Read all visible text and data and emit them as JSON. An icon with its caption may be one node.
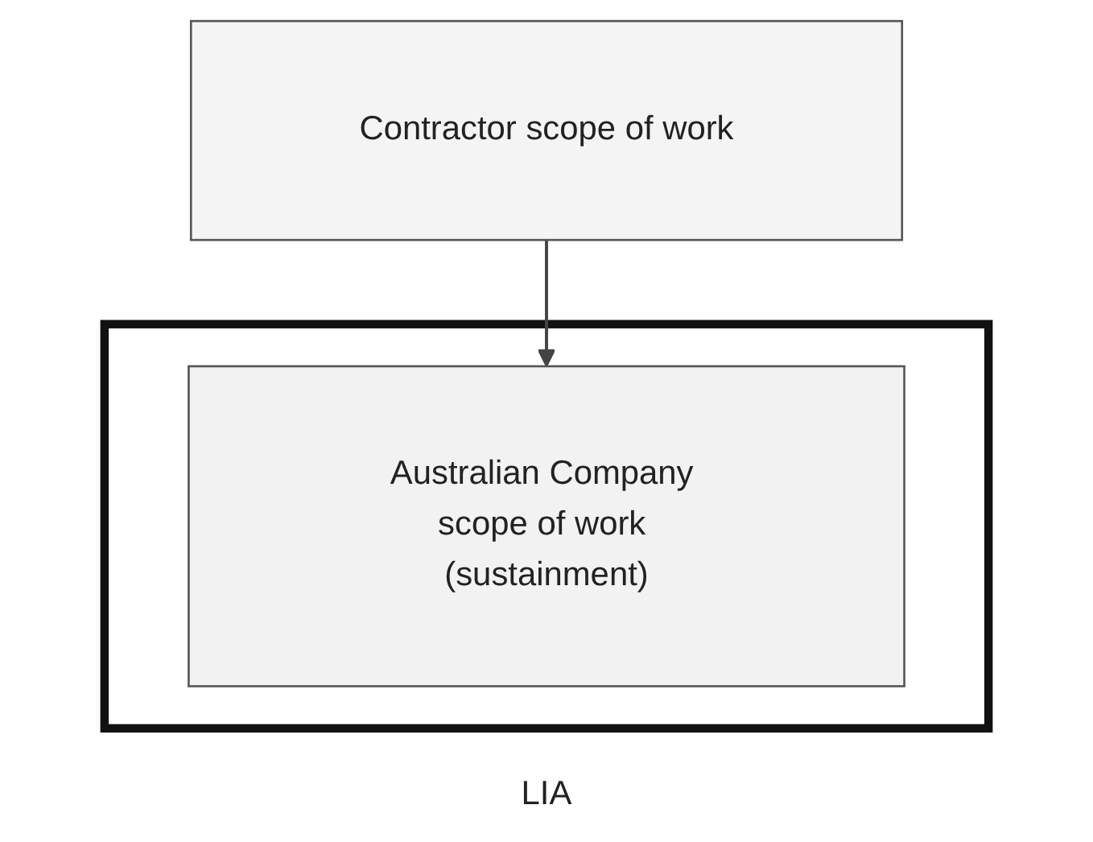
{
  "diagram": {
    "nodes": [
      {
        "text": [
          "Contractor scope of work"
        ]
      },
      {
        "text": [
          "LIA"
        ]
      },
      {
        "text": [
          "Australian Company scope of work (sustainment)"
        ],
        "in": 1
      }
    ],
    "edges": [
      {
        "from": 0,
        "to": 2,
        "arrow": "to"
      }
    ]
  }
}
